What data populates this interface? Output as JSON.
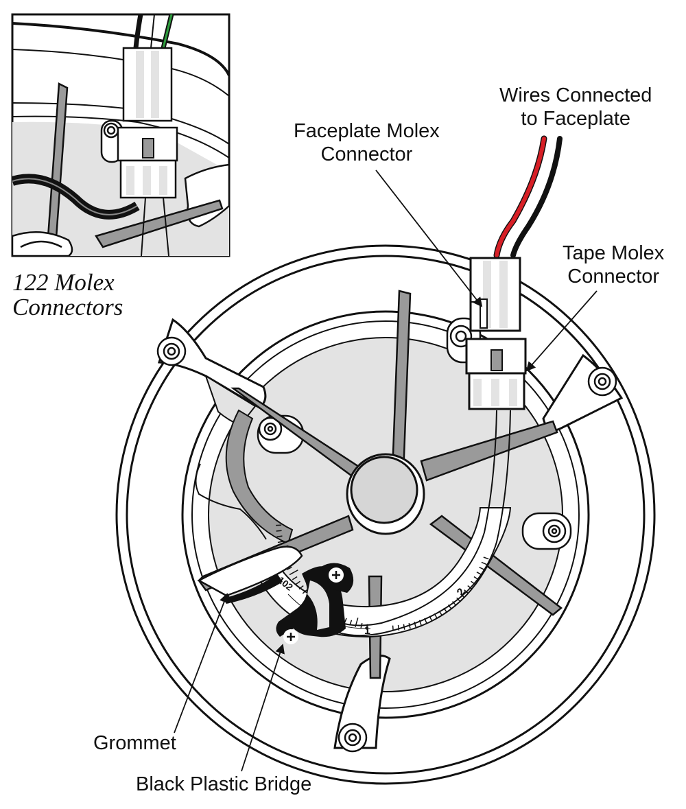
{
  "inset": {
    "caption_line1": "122 Molex",
    "caption_line2": "Connectors"
  },
  "labels": {
    "wires_line1": "Wires Connected",
    "wires_line2": "to Faceplate",
    "faceplate_line1": "Faceplate Molex",
    "faceplate_line2": "Connector",
    "tape_line1": "Tape Molex",
    "tape_line2": "Connector",
    "grommet": "Grommet",
    "bridge": "Black Plastic Bridge"
  },
  "tape_scale": {
    "marks": [
      "1",
      "2",
      "102"
    ]
  },
  "colors": {
    "wire_red": "#d71f26",
    "wire_black": "#111111",
    "wire_green": "#2e9e3e",
    "shade": "#e3e3e3"
  }
}
